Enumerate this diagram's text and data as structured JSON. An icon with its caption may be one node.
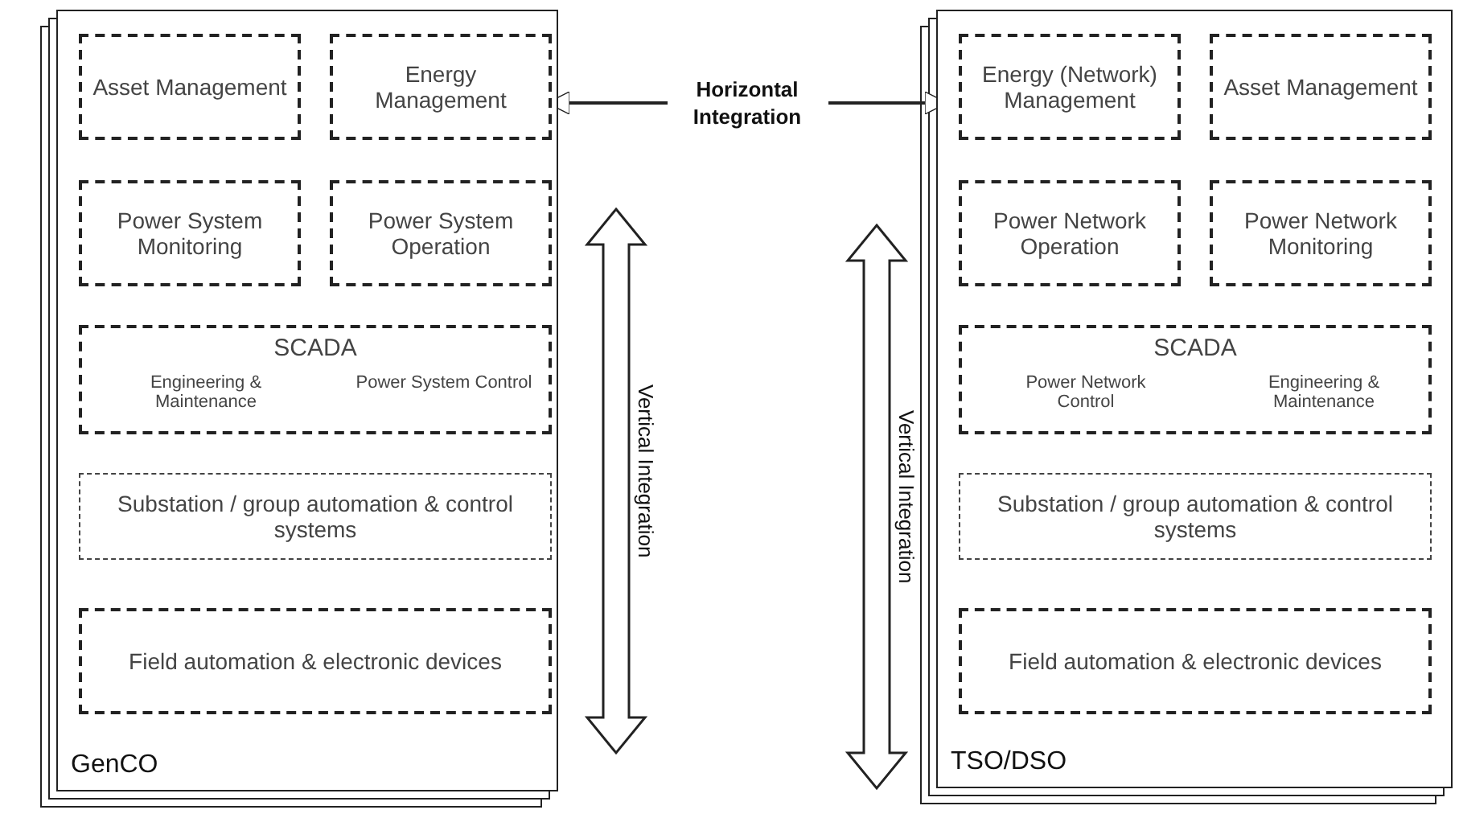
{
  "diagram": {
    "nodes": [
      {
        "text": [
          "GenCO"
        ]
      },
      {
        "text": [
          "Asset Management"
        ],
        "in": 0
      },
      {
        "text": [
          "Energy Management"
        ],
        "in": 0
      },
      {
        "text": [
          "Power System Monitoring"
        ],
        "in": 0
      },
      {
        "text": [
          "Power System Operation"
        ],
        "in": 0
      },
      {
        "text": [
          "SCADA",
          "Engineering & Maintenance",
          "Power System Control"
        ],
        "in": 0
      },
      {
        "text": [
          "Substation / group automation & control systems"
        ],
        "in": 0
      },
      {
        "text": [
          "Field automation & electronic devices"
        ],
        "in": 0
      },
      {
        "text": [
          "TSO/DSO"
        ]
      },
      {
        "text": [
          "Energy (Network) Management"
        ],
        "in": 8
      },
      {
        "text": [
          "Asset Management"
        ],
        "in": 8
      },
      {
        "text": [
          "Power Network Operation"
        ],
        "in": 8
      },
      {
        "text": [
          "Power Network Monitoring"
        ],
        "in": 8
      },
      {
        "text": [
          "SCADA",
          "Power Network Control",
          "Engineering & Maintenance"
        ],
        "in": 8
      },
      {
        "text": [
          "Substation / group automation & control systems"
        ],
        "in": 8
      },
      {
        "text": [
          "Field automation & electronic devices"
        ],
        "in": 8
      }
    ],
    "edges": [
      {
        "from": 0,
        "to": 8,
        "arrow": "both",
        "label": "Horizontal Integration"
      }
    ],
    "labels": [
      "Vertical Integration",
      "Vertical Integration"
    ]
  }
}
